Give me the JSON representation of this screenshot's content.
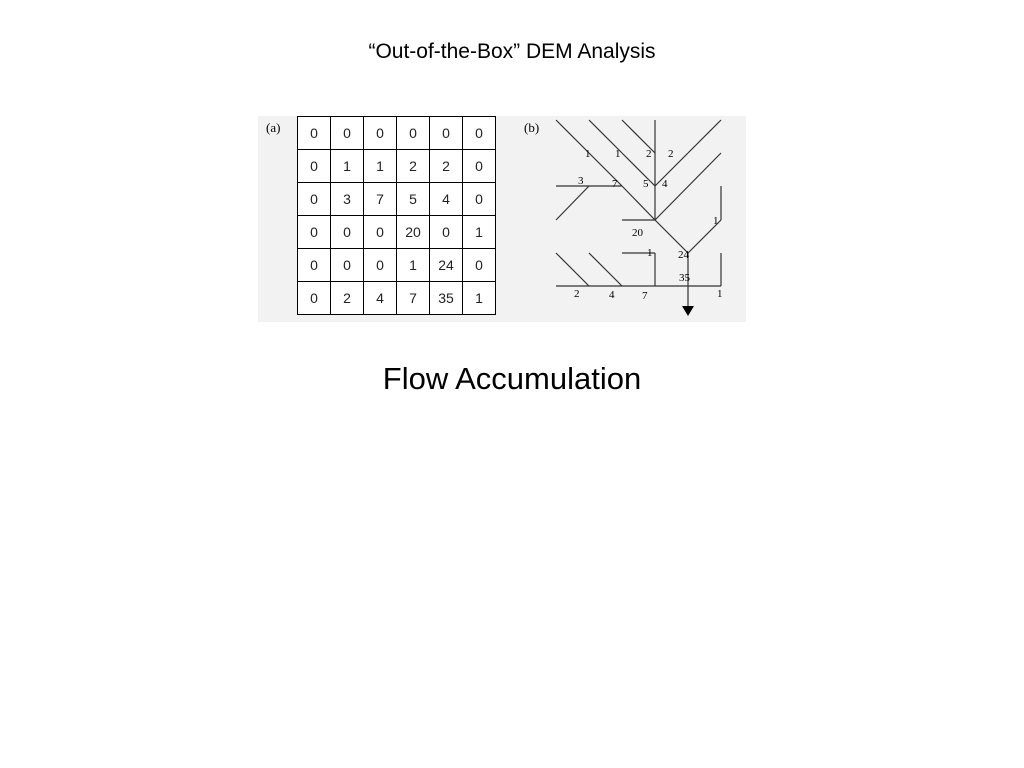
{
  "slide_title": "“Out-of-the-Box” DEM Analysis",
  "panel_a_label": "(a)",
  "panel_b_label": "(b)",
  "grid_values": [
    [
      "0",
      "0",
      "0",
      "0",
      "0",
      "0"
    ],
    [
      "0",
      "1",
      "1",
      "2",
      "2",
      "0"
    ],
    [
      "0",
      "3",
      "7",
      "5",
      "4",
      "0"
    ],
    [
      "0",
      "0",
      "0",
      "20",
      "0",
      "1"
    ],
    [
      "0",
      "0",
      "0",
      "1",
      "24",
      "0"
    ],
    [
      "0",
      "2",
      "4",
      "7",
      "35",
      "1"
    ]
  ],
  "network_labels": [
    "1",
    "1",
    "2",
    "2",
    "3",
    "7",
    "5",
    "4",
    "20",
    "1",
    "1",
    "24",
    "35",
    "2",
    "4",
    "7",
    "1"
  ],
  "subtitle": "Flow Accumulation"
}
